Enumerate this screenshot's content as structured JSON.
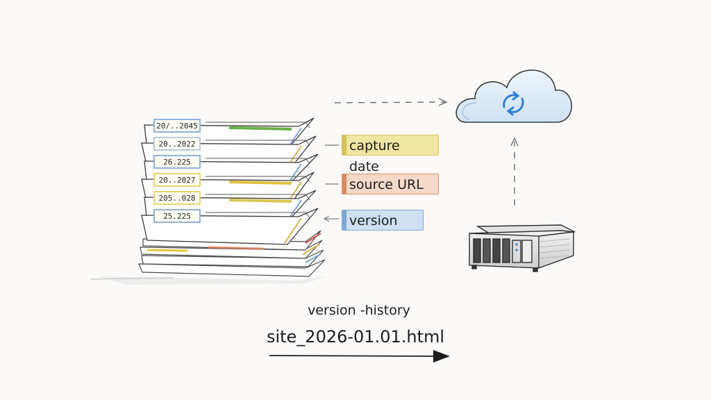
{
  "stack": {
    "date_tabs": [
      "20/..2045",
      "20..2022",
      "26.225",
      "20..2027",
      "205..028",
      "25.225"
    ],
    "tab_colors": [
      "#8fb2d9",
      "#b8c8e0",
      "#8fb2d9",
      "#e8d46a",
      "#e8d46a",
      "#8fb2d9"
    ]
  },
  "labels": [
    {
      "text": "capture date",
      "color": "#f1e6a2",
      "edge": "#d6c25c"
    },
    {
      "text": "source URL",
      "color": "#f6d9c9",
      "edge": "#d98a66"
    },
    {
      "text": "version",
      "color": "#cfe0f3",
      "edge": "#7ea7d6"
    }
  ],
  "caption": {
    "line1": "version -history",
    "line2": "site_2026-01.01.html"
  },
  "icons": {
    "cloud": "cloud-sync-icon",
    "server": "nas-server-icon"
  },
  "colors": {
    "sketch": "#3a3a3a",
    "sync": "#2f7fd6"
  }
}
